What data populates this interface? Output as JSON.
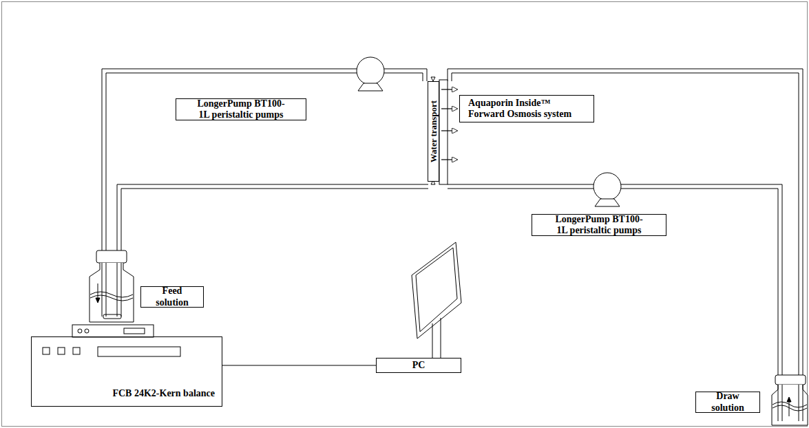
{
  "diagram": {
    "nodes": [
      {
        "text": [
          "LongerPump BT100-1L peristaltic pumps"
        ]
      },
      {
        "text": [
          "Water transport"
        ]
      },
      {
        "text": [
          "Aquaporin Inside™ Forward Osmosis system"
        ]
      },
      {
        "text": [
          "LongerPump BT100-1L peristaltic pumps"
        ]
      },
      {
        "text": [
          "Feed solution"
        ]
      },
      {
        "text": [
          "PC"
        ]
      },
      {
        "text": [
          "Draw solution"
        ]
      },
      {
        "text": [
          "FCB 24K2-Kern balance"
        ]
      }
    ],
    "edges": [
      {
        "from": 7,
        "to": 5,
        "arrow": "none"
      }
    ]
  }
}
